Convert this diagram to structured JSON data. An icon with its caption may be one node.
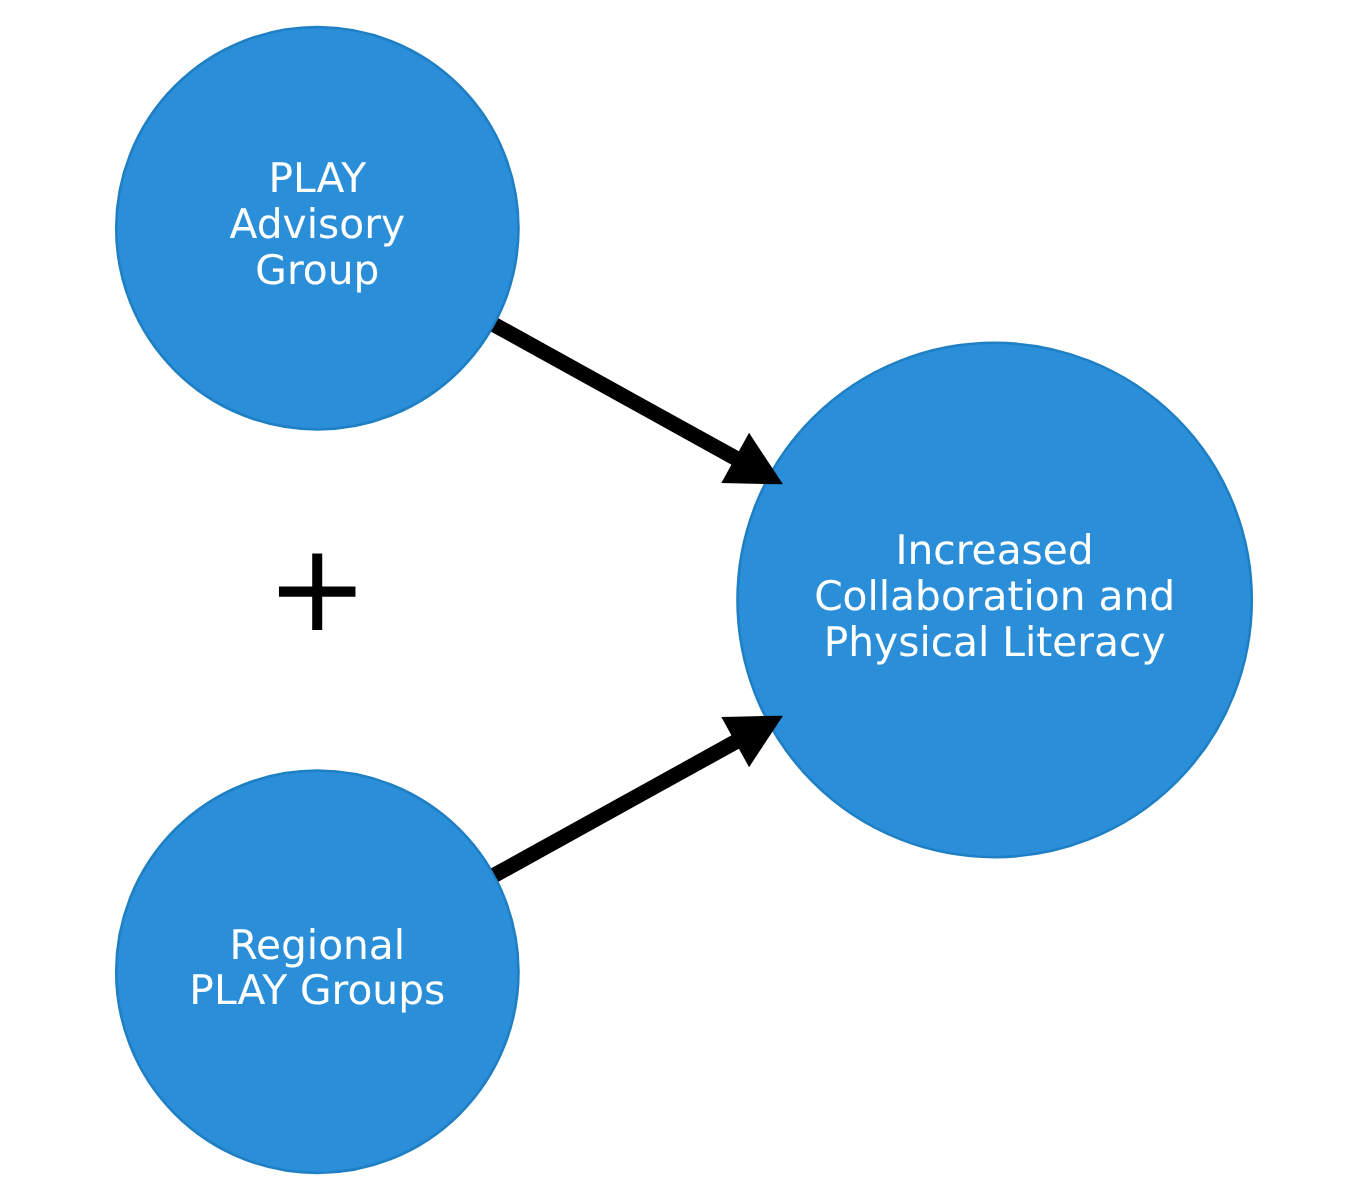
{
  "diagram": {
    "nodes": [
      {
        "text": [
          "PLAY Advisory Group"
        ]
      },
      {
        "text": [
          "Regional PLAY Groups"
        ]
      },
      {
        "text": [
          "Increased Collaboration and Physical Literacy"
        ]
      }
    ],
    "edges": [
      {
        "from": 0,
        "to": 2,
        "arrow": "to"
      },
      {
        "from": 1,
        "to": 2,
        "arrow": "to"
      }
    ],
    "labels": [
      "+"
    ]
  }
}
